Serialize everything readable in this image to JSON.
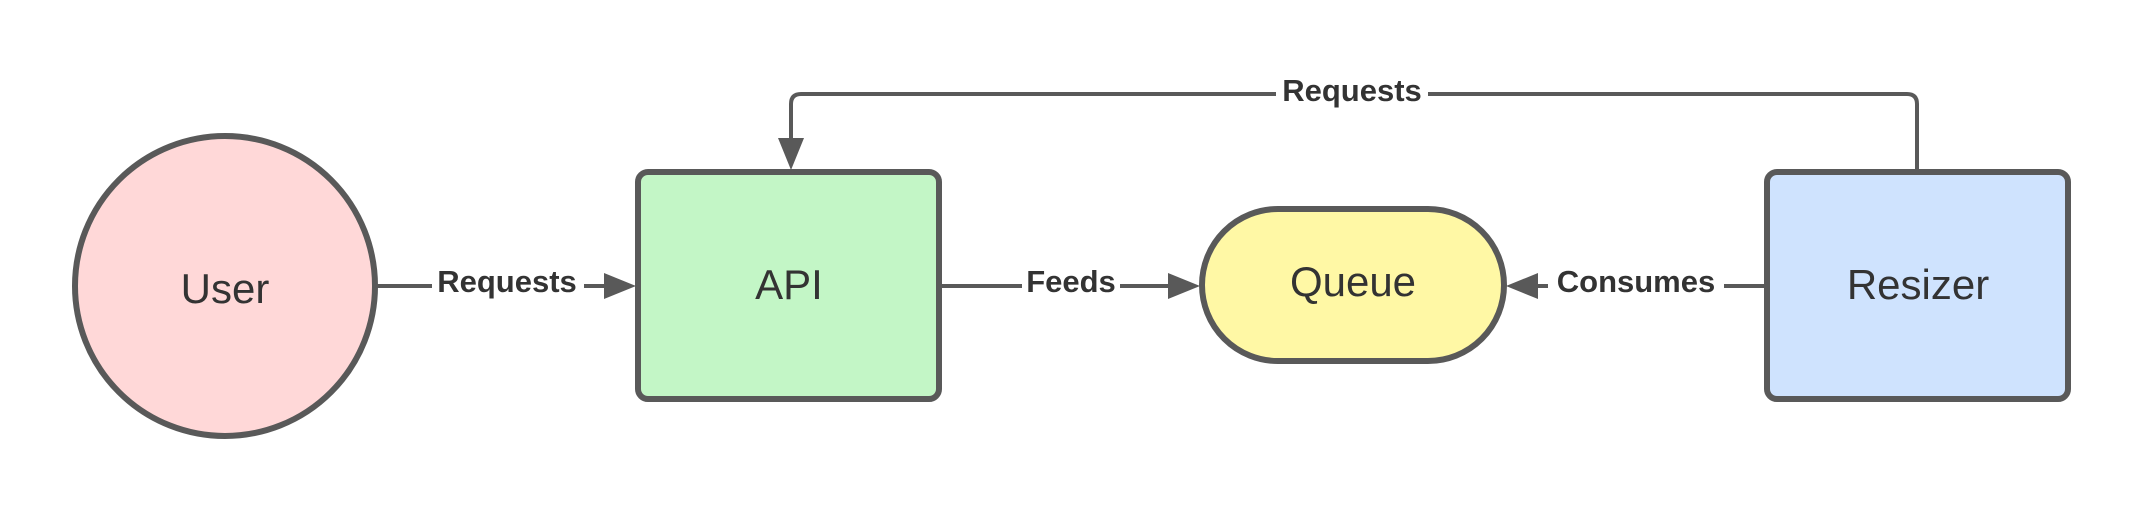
{
  "nodes": {
    "user": {
      "label": "User",
      "fill": "#ffd8d8"
    },
    "api": {
      "label": "API",
      "fill": "#c3f6c6"
    },
    "queue": {
      "label": "Queue",
      "fill": "#fff8a5"
    },
    "resizer": {
      "label": "Resizer",
      "fill": "#cfe3fe"
    }
  },
  "edges": {
    "user_to_api": {
      "label": "Requests"
    },
    "api_to_queue": {
      "label": "Feeds"
    },
    "resizer_to_queue": {
      "label": "Consumes"
    },
    "resizer_to_api": {
      "label": "Requests"
    }
  },
  "colors": {
    "stroke": "#595959",
    "text": "#333333"
  }
}
